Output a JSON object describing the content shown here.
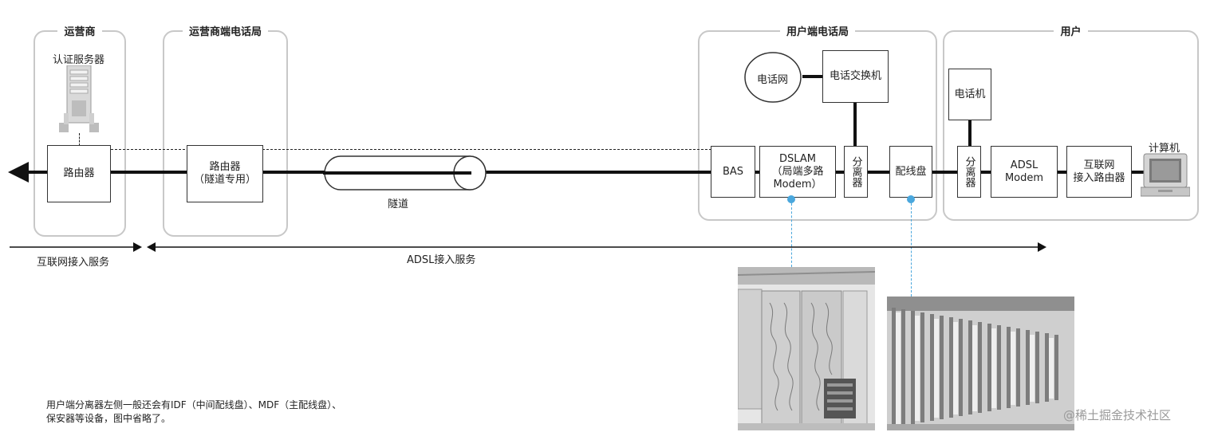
{
  "regions": {
    "operator": "运营商",
    "operator_office": "运营商端电话局",
    "user_office": "用户端电话局",
    "user": "用户"
  },
  "devices": {
    "auth_server": "认证服务器",
    "router_left": "路由器",
    "router_tunnel_line1": "路由器",
    "router_tunnel_line2": "（隧道专用）",
    "tunnel": "隧道",
    "phone_network": "电话网",
    "phone_switch": "电话交换机",
    "bas": "BAS",
    "dslam_line1": "DSLAM",
    "dslam_line2": "（局端多路",
    "dslam_line3": "Modem）",
    "splitter_office": "分离器",
    "distribution_frame": "配线盘",
    "telephone": "电话机",
    "splitter_user": "分离器",
    "adsl_modem_line1": "ADSL",
    "adsl_modem_line2": "Modem",
    "access_router_line1": "互联网",
    "access_router_line2": "接入路由器",
    "computer": "计算机"
  },
  "services": {
    "internet_access": "互联网接入服务",
    "adsl_access": "ADSL接入服务"
  },
  "note": {
    "line1": "用户端分离器左侧一般还会有IDF（中间配线盘）、MDF（主配线盘）、",
    "line2": "保安器等设备，图中省略了。"
  },
  "watermark": "@稀土掘金技术社区",
  "colors": {
    "accent": "#4aa7dd",
    "line": "#111111",
    "region_border": "#c8c8c8"
  }
}
